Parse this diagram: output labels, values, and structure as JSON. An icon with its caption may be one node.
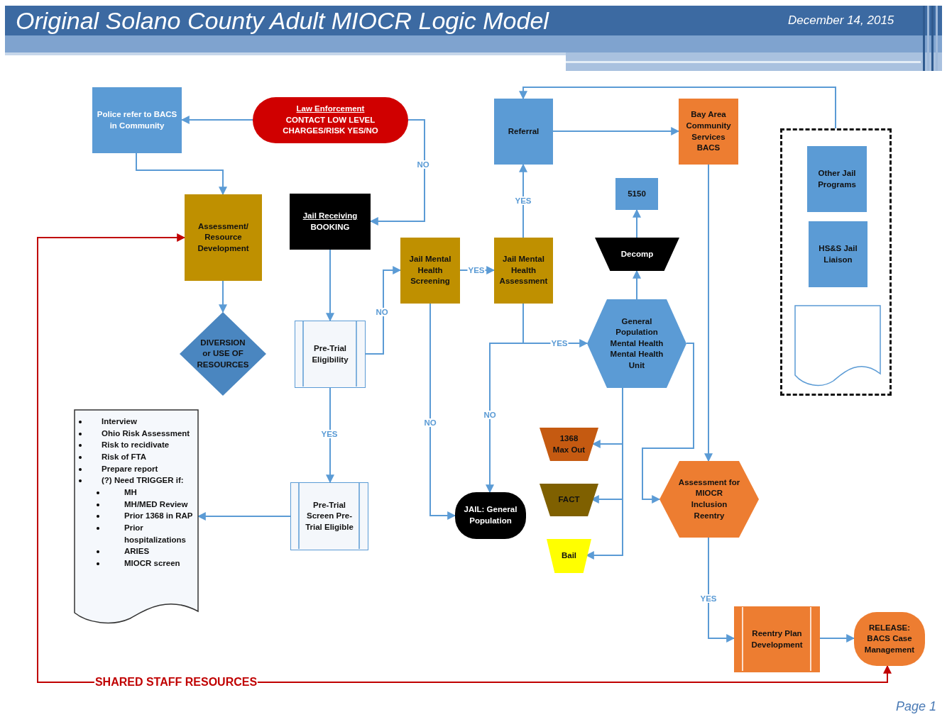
{
  "diagram": {
    "title": "Original Solano County Adult MIOCR Logic Model",
    "nodes": [
      {
        "text": [
          "Police refer to BACS in Community"
        ]
      },
      {
        "text": [
          "Law Enforcement",
          "CONTACT LOW LEVEL CHARGES/RISK YES/NO"
        ]
      },
      {
        "text": [
          "Referral"
        ]
      },
      {
        "text": [
          "Bay Area Community Services BACS"
        ]
      },
      {
        "text": [],
        "shape": "box"
      },
      {
        "text": [
          "Other Jail Programs"
        ],
        "in": 4
      },
      {
        "text": [
          "HS&S Jail Liaison"
        ],
        "in": 4
      },
      {
        "text": [],
        "shape": "document",
        "in": 4
      },
      {
        "text": [
          "5150"
        ]
      },
      {
        "text": [
          "Assessment/ Resource Development"
        ]
      },
      {
        "text": [
          "Jail Receiving",
          "BOOKING"
        ]
      },
      {
        "text": [
          "Decomp"
        ]
      },
      {
        "text": [
          "Jail Mental Health Screening"
        ]
      },
      {
        "text": [
          "Jail Mental Health Assessment"
        ]
      },
      {
        "text": [
          "General Population Mental Health Mental Health Unit"
        ]
      },
      {
        "text": [
          "DIVERSION or USE OF RESOURCES"
        ]
      },
      {
        "text": [
          "Pre-Trial Eligibility"
        ]
      },
      {
        "text": [
          "Interview",
          "Ohio Risk Assessment",
          "Risk to recidivate",
          "Risk of FTA",
          "Prepare report",
          "(?) Need TRIGGER if:",
          "MH",
          "MH/MED Review",
          "Prior 1368 in RAP",
          "Prior hospitalizations",
          "ARIES",
          "MIOCR screen"
        ]
      },
      {
        "text": [
          "1368 Max Out"
        ]
      },
      {
        "text": [
          "Pre-Trial Screen Pre-Trial Eligible"
        ]
      },
      {
        "text": [
          "FACT"
        ]
      },
      {
        "text": [
          "JAIL: General Population"
        ]
      },
      {
        "text": [
          "Assessment for MIOCR Inclusion Reentry"
        ]
      },
      {
        "text": [
          "Bail"
        ]
      },
      {
        "text": [
          "Reentry Plan Development"
        ]
      },
      {
        "text": [
          "RELEASE: BACS Case Management"
        ]
      }
    ],
    "edges": [
      {
        "from": 1,
        "to": 0,
        "arrow": "to"
      },
      {
        "from": 1,
        "to": 10,
        "arrow": "to",
        "label": "NO"
      },
      {
        "from": 0,
        "to": 9,
        "arrow": "to"
      },
      {
        "from": 9,
        "to": 15,
        "arrow": "to"
      },
      {
        "from": 10,
        "to": 16,
        "arrow": "to"
      },
      {
        "from": 16,
        "to": 12,
        "arrow": "to",
        "label": "NO"
      },
      {
        "from": 16,
        "to": 19,
        "arrow": "to",
        "label": "YES"
      },
      {
        "from": 19,
        "to": 17,
        "arrow": "to"
      },
      {
        "from": 12,
        "to": 13,
        "arrow": "to",
        "label": "YES"
      },
      {
        "from": 12,
        "to": 21,
        "arrow": "to",
        "label": "NO"
      },
      {
        "from": 13,
        "to": 2,
        "arrow": "to",
        "label": "YES"
      },
      {
        "from": 13,
        "to": 14,
        "arrow": "to",
        "label": "YES"
      },
      {
        "from": 13,
        "to": 21,
        "arrow": "to",
        "label": "NO"
      },
      {
        "from": 2,
        "to": 3,
        "arrow": "to"
      },
      {
        "from": 4,
        "to": 2,
        "arrow": "to"
      },
      {
        "from": 14,
        "to": 11,
        "arrow": "to"
      },
      {
        "from": 11,
        "to": 8,
        "arrow": "to"
      },
      {
        "from": 14,
        "to": 18,
        "arrow": "to"
      },
      {
        "from": 14,
        "to": 20,
        "arrow": "to"
      },
      {
        "from": 14,
        "to": 23,
        "arrow": "to"
      },
      {
        "from": 14,
        "to": 22,
        "arrow": "to"
      },
      {
        "from": 3,
        "to": 22,
        "arrow": "to"
      },
      {
        "from": 22,
        "to": 24,
        "arrow": "to",
        "label": "YES"
      },
      {
        "from": 24,
        "to": 25,
        "arrow": "to"
      },
      {
        "from": 9,
        "to": 25,
        "arrow": "both",
        "label": "SHARED STAFF RESOURCES",
        "color": "#c00000"
      }
    ],
    "labels": [
      "December 14, 2015",
      "Page 1"
    ]
  }
}
